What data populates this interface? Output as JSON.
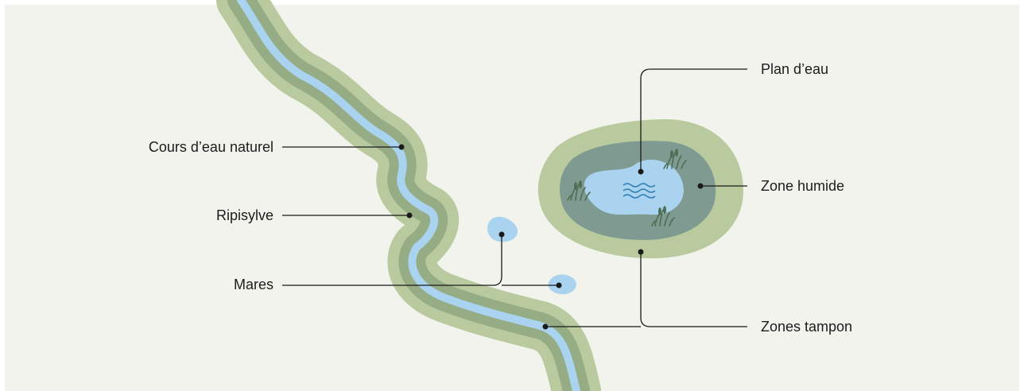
{
  "labels": {
    "river": "Cours d’eau naturel",
    "riparian": "Ripisylve",
    "ponds": "Mares",
    "water_body": "Plan d’eau",
    "wetland": "Zone humide",
    "buffer": "Zones tampon"
  },
  "colors": {
    "background": "#f1f3ec",
    "outer_buffer": "#b9cb9e",
    "ripisylve": "#95ac84",
    "wetland_zone": "#7f9a91",
    "water": "#a9d3ee",
    "water_lines": "#2f7fb5",
    "leader_lines": "#1a1a1a",
    "reeds": "#4e6e55"
  }
}
